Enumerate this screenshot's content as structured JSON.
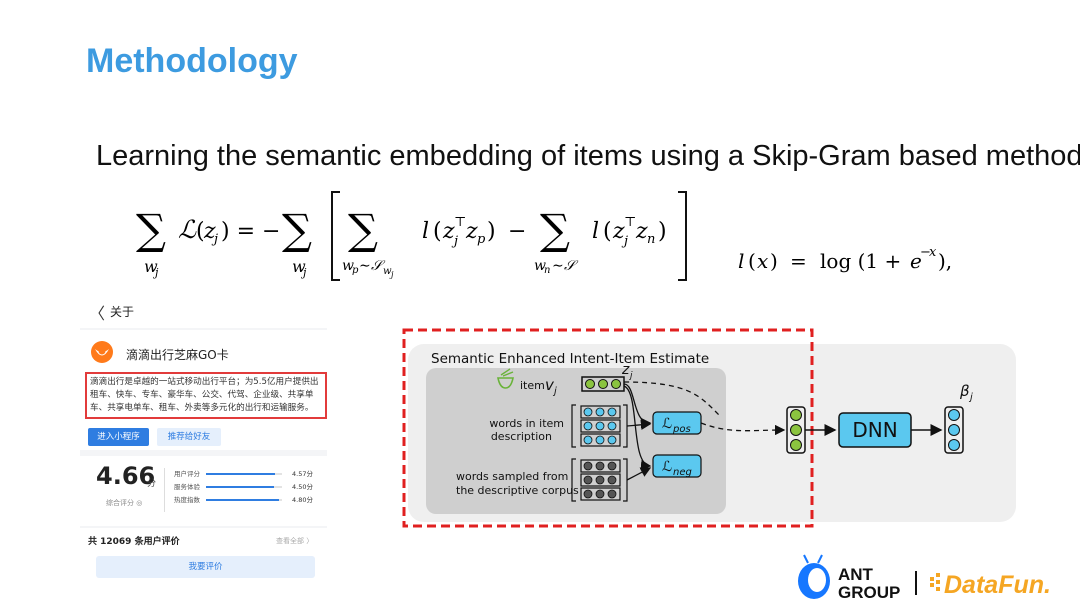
{
  "slide": {
    "title": "Methodology",
    "subtitle": "Learning the semantic embedding of items  using a Skip-Gram based method:"
  },
  "phone": {
    "back_glyph": "〈",
    "header": "关于",
    "app_name": "滴滴出行芝麻GO卡",
    "description": "滴滴出行是卓越的一站式移动出行平台；为5.5亿用户提供出租车、快车、专车、豪华车、公交、代驾、企业级、共享单车、共享电单车、租车、外卖等多元化的出行和运输服务。",
    "enter_button": "进入小程序",
    "share_button": "推荐给好友",
    "score": "4.66",
    "score_unit": "分",
    "score_label": "综合评分 ◎",
    "metrics": [
      {
        "label": "用户评分",
        "value": "4.57分",
        "level": 0.914
      },
      {
        "label": "服务体验",
        "value": "4.50分",
        "level": 0.9
      },
      {
        "label": "热度指数",
        "value": "4.80分",
        "level": 0.96
      }
    ],
    "review_count": "共 12069 条用户评价",
    "view_all": "查看全部 〉",
    "write_review": "我要评价"
  },
  "diagram": {
    "title": "Semantic Enhanced Intent-Item Estimate",
    "item_label": "item",
    "words_item_line1": "words in item",
    "words_item_line2": "description",
    "words_sampled_line1": "words sampled from",
    "words_sampled_line2": "the descriptive corpus",
    "dnn_label": "DNN",
    "colors": {
      "dashed_box": "#e02020",
      "green_node": "#8bc43f",
      "cyan_node": "#5bc8ef",
      "dark_node": "#555555"
    }
  },
  "brand": {
    "ant_line1": "ANT",
    "ant_line2": "GROUP",
    "datafun": "DataFun."
  }
}
